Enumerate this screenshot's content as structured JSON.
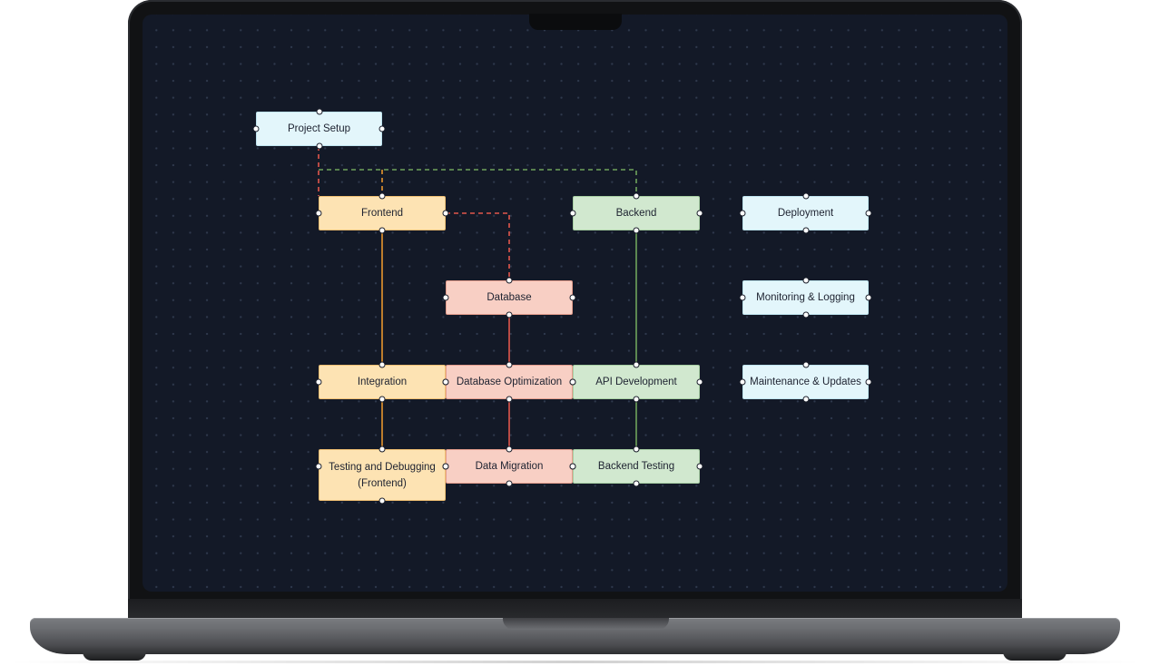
{
  "diagram": {
    "nodes": [
      {
        "id": "project-setup",
        "label": "Project Setup",
        "color": "cyan"
      },
      {
        "id": "frontend",
        "label": "Frontend",
        "color": "orange"
      },
      {
        "id": "backend",
        "label": "Backend",
        "color": "green"
      },
      {
        "id": "deployment",
        "label": "Deployment",
        "color": "cyan"
      },
      {
        "id": "database",
        "label": "Database",
        "color": "red"
      },
      {
        "id": "monitoring-logging",
        "label": "Monitoring & Logging",
        "color": "cyan"
      },
      {
        "id": "integration",
        "label": "Integration",
        "color": "orange"
      },
      {
        "id": "database-optimization",
        "label": "Database Optimization",
        "color": "red"
      },
      {
        "id": "api-development",
        "label": "API Development",
        "color": "green"
      },
      {
        "id": "maintenance-updates",
        "label": "Maintenance & Updates",
        "color": "cyan"
      },
      {
        "id": "testing-debugging-frontend",
        "label": "Testing and Debugging (Frontend)",
        "color": "orange"
      },
      {
        "id": "data-migration",
        "label": "Data Migration",
        "color": "red"
      },
      {
        "id": "backend-testing",
        "label": "Backend Testing",
        "color": "green"
      }
    ],
    "edges": [
      {
        "from": "project-setup",
        "to": "frontend",
        "style": "dashed",
        "color": "#e2574c"
      },
      {
        "from": "project-setup",
        "to": "frontend",
        "style": "dashed",
        "color": "#e8962e"
      },
      {
        "from": "project-setup",
        "to": "backend",
        "style": "dashed",
        "color": "#6fa35c"
      },
      {
        "from": "frontend",
        "to": "database",
        "style": "dashed",
        "color": "#e2574c"
      },
      {
        "from": "frontend",
        "to": "integration",
        "style": "solid",
        "color": "#e8962e"
      },
      {
        "from": "integration",
        "to": "testing-debugging-frontend",
        "style": "solid",
        "color": "#e8962e"
      },
      {
        "from": "database",
        "to": "database-optimization",
        "style": "solid",
        "color": "#e2574c"
      },
      {
        "from": "database-optimization",
        "to": "data-migration",
        "style": "solid",
        "color": "#e2574c"
      },
      {
        "from": "backend",
        "to": "api-development",
        "style": "solid",
        "color": "#6fa35c"
      },
      {
        "from": "api-development",
        "to": "backend-testing",
        "style": "solid",
        "color": "#6fa35c"
      }
    ]
  }
}
